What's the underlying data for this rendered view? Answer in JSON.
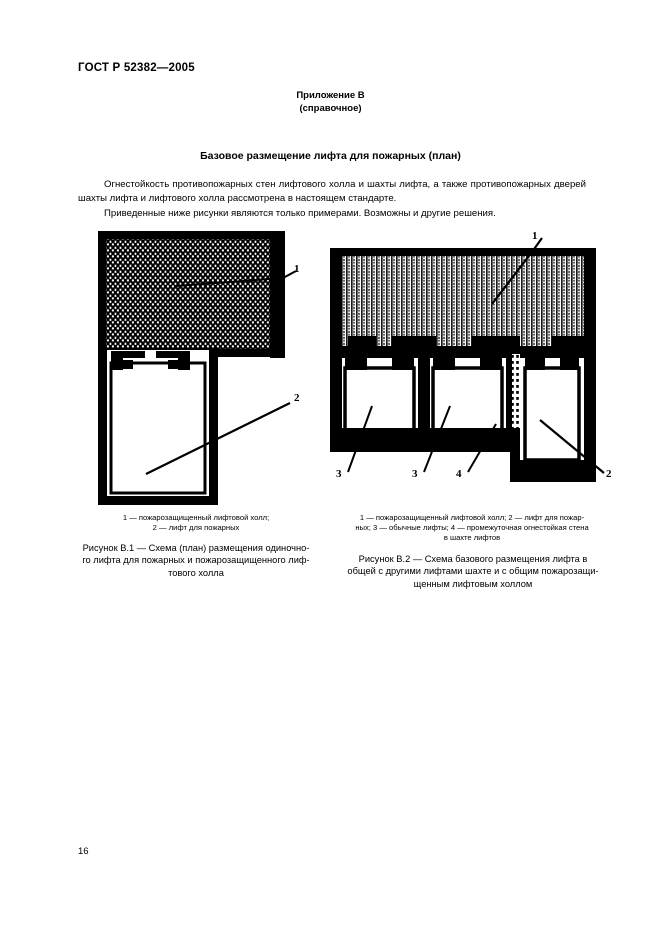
{
  "document": {
    "standard_number": "ГОСТ Р 52382—2005",
    "annex_title": "Приложение В",
    "annex_subtitle": "(справочное)",
    "section_title": "Базовое размещение лифта для пожарных (план)",
    "page_number": "16"
  },
  "body": {
    "paragraph_1": "Огнестойкость противопожарных стен лифтового холла и шахты лифта, а также противопожарных дверей шахты лифта и лифтового холла рассмотрена в настоящем стандарте.",
    "paragraph_2": "Приведенные ниже рисунки являются только примерами. Возможны и другие решения."
  },
  "figure_b1": {
    "callouts": [
      {
        "id": "1",
        "text": "1"
      },
      {
        "id": "2",
        "text": "2"
      }
    ],
    "legend_line_1": "1 — пожарозащищенный лифтовой холл;",
    "legend_line_2": "2 — лифт для пожарных",
    "caption_line_1": "Рисунок В.1 — Схема (план) размещения одиночно-",
    "caption_line_2": "го лифта для пожарных и пожарозащищенного лиф-",
    "caption_line_3": "тового холла"
  },
  "figure_b2": {
    "callouts": [
      {
        "id": "1",
        "text": "1"
      },
      {
        "id": "3a",
        "text": "3"
      },
      {
        "id": "3b",
        "text": "3"
      },
      {
        "id": "4",
        "text": "4"
      },
      {
        "id": "2",
        "text": "2"
      }
    ],
    "legend_line_1": "1 — пожарозащищенный лифтовой холл; 2 — лифт для пожар-",
    "legend_line_2": "ных; 3 — обычные лифты; 4 — промежуточная огнестойкая стена",
    "legend_line_3": "в шахте лифтов",
    "caption_line_1": "Рисунок В.2 — Схема базового размещения лифта в",
    "caption_line_2": "общей с другими лифтами шахте и с общим пожарозащи-",
    "caption_line_3": "щенным лифтовым холлом"
  },
  "colors": {
    "ink": "#000000",
    "paper": "#ffffff"
  }
}
